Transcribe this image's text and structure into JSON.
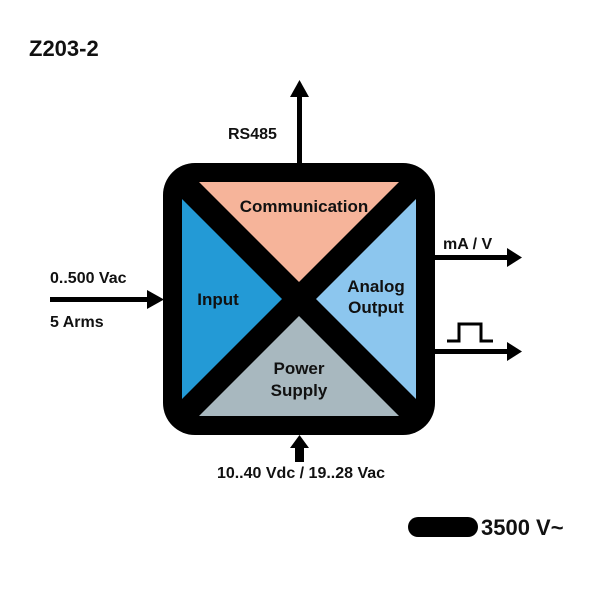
{
  "title": "Z203-2",
  "blocks": {
    "communication": {
      "label": "Communication",
      "color": "#f6b49a"
    },
    "input": {
      "label": "Input",
      "color": "#239ad6"
    },
    "analog_output": {
      "label_line1": "Analog",
      "label_line2": "Output",
      "color": "#8cc6ee"
    },
    "power_supply": {
      "label_line1": "Power",
      "label_line2": "Supply",
      "color": "#a8b8bf"
    }
  },
  "frame_color": "#000000",
  "connections": {
    "rs485": "RS485",
    "input_voltage": "0..500 Vac",
    "input_current": "5 Arms",
    "analog_out": "mA / V",
    "digital_out_icon": "pulse-icon",
    "power": "10..40 Vdc / 19..28 Vac"
  },
  "isolation": {
    "label": "3500 V~"
  }
}
